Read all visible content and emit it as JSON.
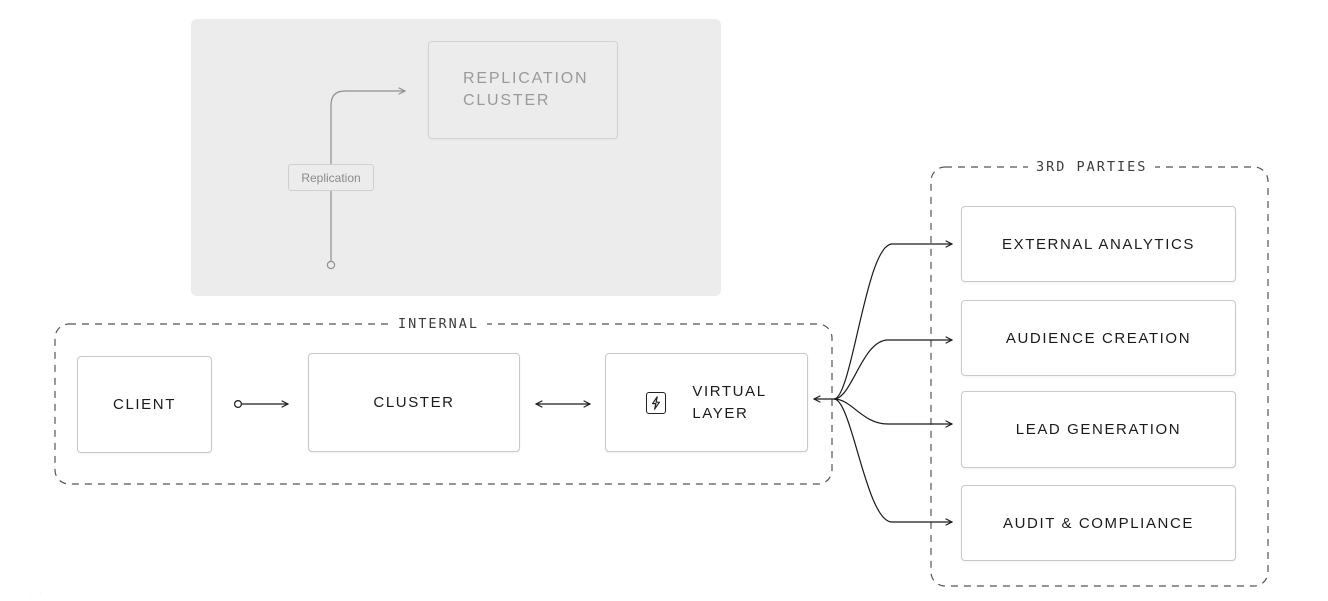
{
  "diagram": {
    "replication": {
      "node_label_line1": "REPLICATION",
      "node_label_line2": "CLUSTER",
      "edge_label": "Replication"
    },
    "internal": {
      "group_label": "INTERNAL",
      "client_label": "CLIENT",
      "cluster_label": "CLUSTER",
      "virtual_layer_line1": "VIRTUAL",
      "virtual_layer_line2": "LAYER",
      "virtual_layer_icon": "lightning-bolt-icon"
    },
    "third_parties": {
      "group_label": "3RD PARTIES",
      "items": [
        {
          "label": "EXTERNAL ANALYTICS"
        },
        {
          "label": "AUDIENCE CREATION"
        },
        {
          "label": "LEAD GENERATION"
        },
        {
          "label": "AUDIT & COMPLIANCE"
        }
      ]
    }
  },
  "colors": {
    "line": "#1a1a1a",
    "muted_line": "#8f8f8f",
    "panel_background": "#ececec",
    "dash": "#555555"
  }
}
